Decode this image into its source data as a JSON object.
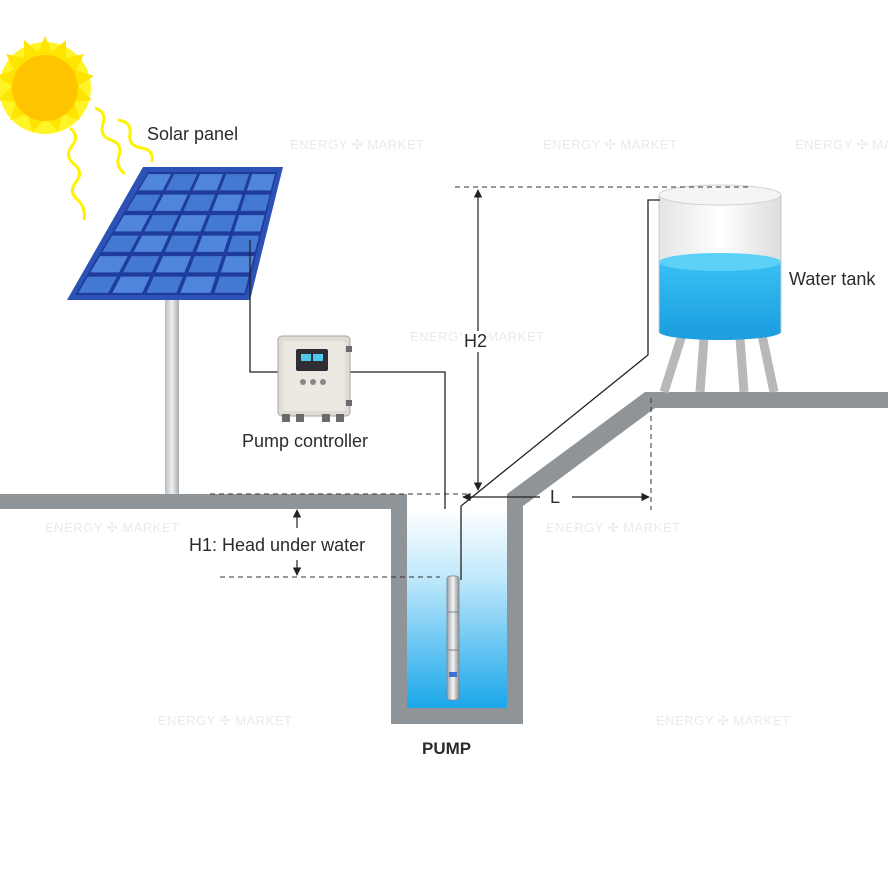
{
  "labels": {
    "solar_panel": "Solar panel",
    "pump_controller": "Pump controller",
    "water_tank": "Water tank",
    "h2": "H2",
    "l": "L",
    "h1": "H1: Head under water",
    "pump": "PUMP"
  },
  "watermark": {
    "text_left": "ENERGY",
    "text_right": "MARKET"
  },
  "colors": {
    "ground": "#8f9498",
    "water": "#29b6f0",
    "sun": "#ffc400",
    "sun_rays": "#fff200",
    "panel_frame": "#2d52b7",
    "panel_cell": "#4a7fd6",
    "line": "#222222"
  }
}
